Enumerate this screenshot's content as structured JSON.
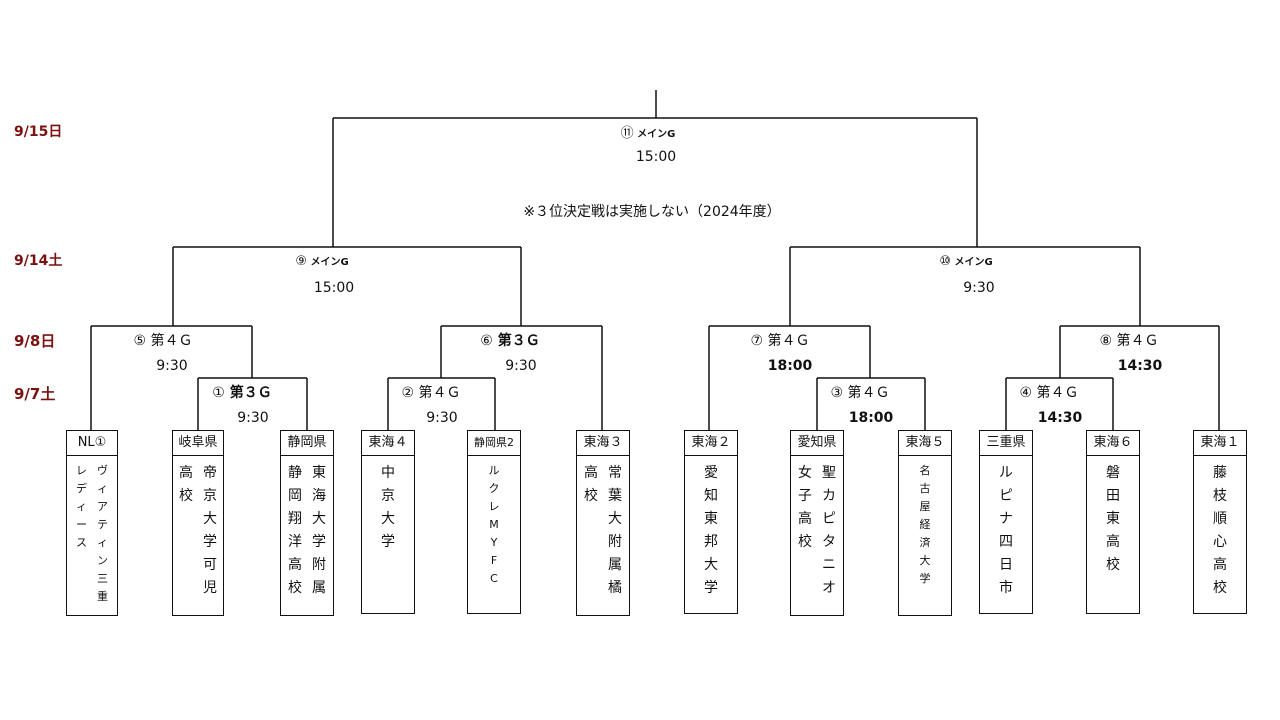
{
  "dates": {
    "d1": "9/15日",
    "d2": "9/14土",
    "d3": "9/8日",
    "d4": "9/7土"
  },
  "final": {
    "match": "⑪",
    "venue": "メインG",
    "time": "15:00",
    "note": "※３位決定戦は実施しない（2024年度）"
  },
  "sf": [
    {
      "match": "⑨",
      "venue": "メインG",
      "time": "15:00"
    },
    {
      "match": "⑩",
      "venue": "メインG",
      "time": "9:30"
    }
  ],
  "qf": [
    {
      "match": "⑤",
      "venue": "第４Ｇ",
      "time": "9:30"
    },
    {
      "match": "⑥",
      "venue": "第３Ｇ",
      "time": "9:30"
    },
    {
      "match": "⑦",
      "venue": "第４Ｇ",
      "time": "18:00"
    },
    {
      "match": "⑧",
      "venue": "第４Ｇ",
      "time": "14:30"
    }
  ],
  "r1": [
    {
      "match": "①",
      "venue": "第３Ｇ",
      "time": "9:30"
    },
    {
      "match": "②",
      "venue": "第４Ｇ",
      "time": "9:30"
    },
    {
      "match": "③",
      "venue": "第４Ｇ",
      "time": "18:00"
    },
    {
      "match": "④",
      "venue": "第４Ｇ",
      "time": "14:30"
    }
  ],
  "teams": [
    {
      "seed": "NL①",
      "cols": [
        "ヴィアティン三重",
        "レディース"
      ]
    },
    {
      "seed": "岐阜県",
      "cols": [
        "帝京大学可児",
        "高校"
      ]
    },
    {
      "seed": "静岡県",
      "cols": [
        "東海大学附属",
        "静岡翔洋高校"
      ]
    },
    {
      "seed": "東海４",
      "cols": [
        "中京大学"
      ]
    },
    {
      "seed": "静岡県2",
      "cols": [
        "ルクレMYFC"
      ]
    },
    {
      "seed": "東海３",
      "cols": [
        "常葉大附属橘",
        "高校"
      ]
    },
    {
      "seed": "東海２",
      "cols": [
        "愛知東邦大学"
      ]
    },
    {
      "seed": "愛知県",
      "cols": [
        "聖カピタニオ",
        "女子高校"
      ]
    },
    {
      "seed": "東海５",
      "cols": [
        "名古屋経済大学"
      ]
    },
    {
      "seed": "三重県",
      "cols": [
        "ルピナ四日市"
      ]
    },
    {
      "seed": "東海６",
      "cols": [
        "磐田東高校"
      ]
    },
    {
      "seed": "東海１",
      "cols": [
        "藤枝順心高校"
      ]
    }
  ]
}
